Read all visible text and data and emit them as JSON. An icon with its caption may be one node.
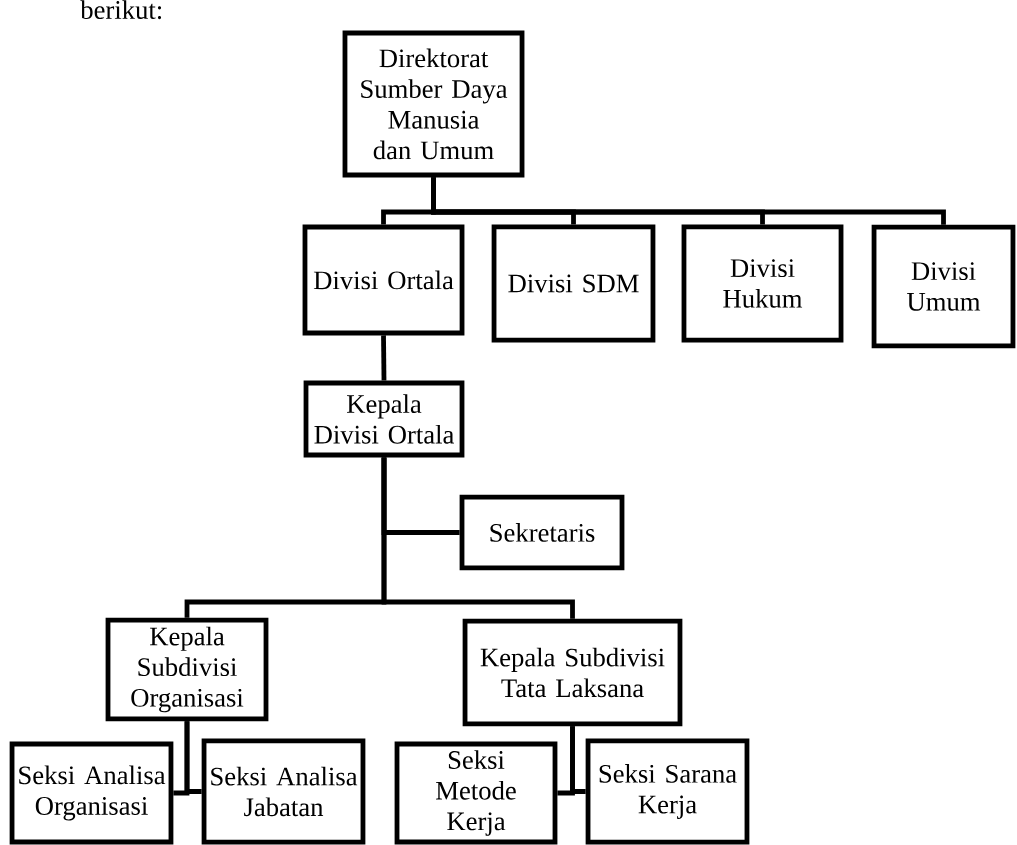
{
  "diagram": {
    "nodes": [
      {
        "text": [
          "Direktorat Sumber Daya Manusia dan Umum"
        ]
      },
      {
        "text": [
          "Divisi Ortala"
        ]
      },
      {
        "text": [
          "Divisi SDM"
        ]
      },
      {
        "text": [
          "Divisi Hukum"
        ]
      },
      {
        "text": [
          "Divisi Umum"
        ]
      },
      {
        "text": [
          "Kepala Divisi Ortala"
        ]
      },
      {
        "text": [
          "Sekretaris"
        ]
      },
      {
        "text": [
          "Kepala Subdivisi Organisasi"
        ]
      },
      {
        "text": [
          "Kepala Subdivisi Tata Laksana"
        ]
      },
      {
        "text": [
          "Seksi Analisa Organisasi"
        ]
      },
      {
        "text": [
          "Seksi Analisa Jabatan"
        ]
      },
      {
        "text": [
          "Seksi Metode Kerja"
        ]
      },
      {
        "text": [
          "Seksi Sarana Kerja"
        ]
      }
    ],
    "edges": [
      {
        "from": 0,
        "to": 1,
        "arrow": "none"
      },
      {
        "from": 0,
        "to": 2,
        "arrow": "none"
      },
      {
        "from": 0,
        "to": 3,
        "arrow": "none"
      },
      {
        "from": 0,
        "to": 4,
        "arrow": "none"
      },
      {
        "from": 1,
        "to": 5,
        "arrow": "none"
      },
      {
        "from": 5,
        "to": 6,
        "arrow": "none"
      },
      {
        "from": 5,
        "to": 7,
        "arrow": "none"
      },
      {
        "from": 5,
        "to": 8,
        "arrow": "none"
      },
      {
        "from": 7,
        "to": 9,
        "arrow": "none"
      },
      {
        "from": 7,
        "to": 10,
        "arrow": "none"
      },
      {
        "from": 8,
        "to": 11,
        "arrow": "none"
      },
      {
        "from": 8,
        "to": 12,
        "arrow": "none"
      }
    ],
    "labels": [
      "berikut:"
    ]
  }
}
